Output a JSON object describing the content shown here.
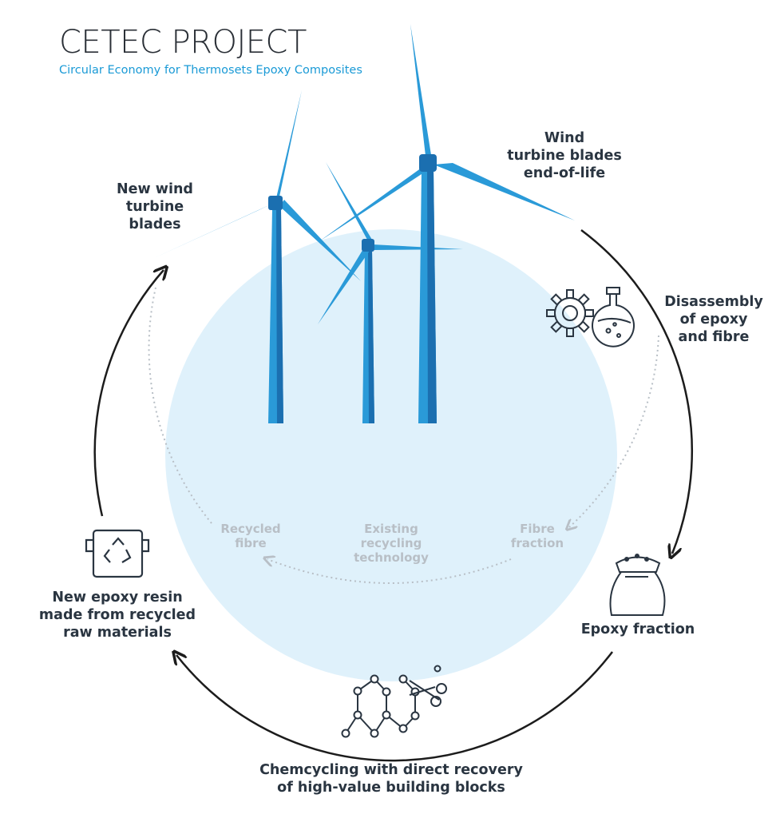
{
  "header": {
    "title": "CETEC PROJECT",
    "subtitle": "Circular Economy for Thermosets Epoxy Composites"
  },
  "labels": {
    "new_blades": [
      "New wind",
      "turbine",
      "blades"
    ],
    "end_of_life": [
      "Wind",
      "turbine blades",
      "end-of-life"
    ],
    "disassembly": [
      "Disassembly",
      "of epoxy",
      "and fibre"
    ],
    "epoxy_fraction": "Epoxy fraction",
    "chemcycling": [
      "Chemcycling with direct recovery",
      "of high-value building blocks"
    ],
    "new_resin": [
      "New epoxy resin",
      "made from recycled",
      "raw materials"
    ]
  },
  "existing": {
    "recycled_fibre": [
      "Recycled",
      "fibre"
    ],
    "existing_tech": [
      "Existing",
      "recycling",
      "technology"
    ],
    "fibre_fraction": [
      "Fibre",
      "fraction"
    ]
  },
  "icons": [
    "wind-turbine-icon",
    "gear-icon",
    "flask-icon",
    "sack-icon",
    "molecule-chain-icon",
    "scissors-icon",
    "recycle-bucket-icon"
  ],
  "colors": {
    "turbine_blue": "#2a9ad8",
    "turbine_dark": "#1b6fb0",
    "circle_fill": "#dff1fb",
    "arrow": "#1c1c1c",
    "dotted": "#b8bfc6"
  }
}
